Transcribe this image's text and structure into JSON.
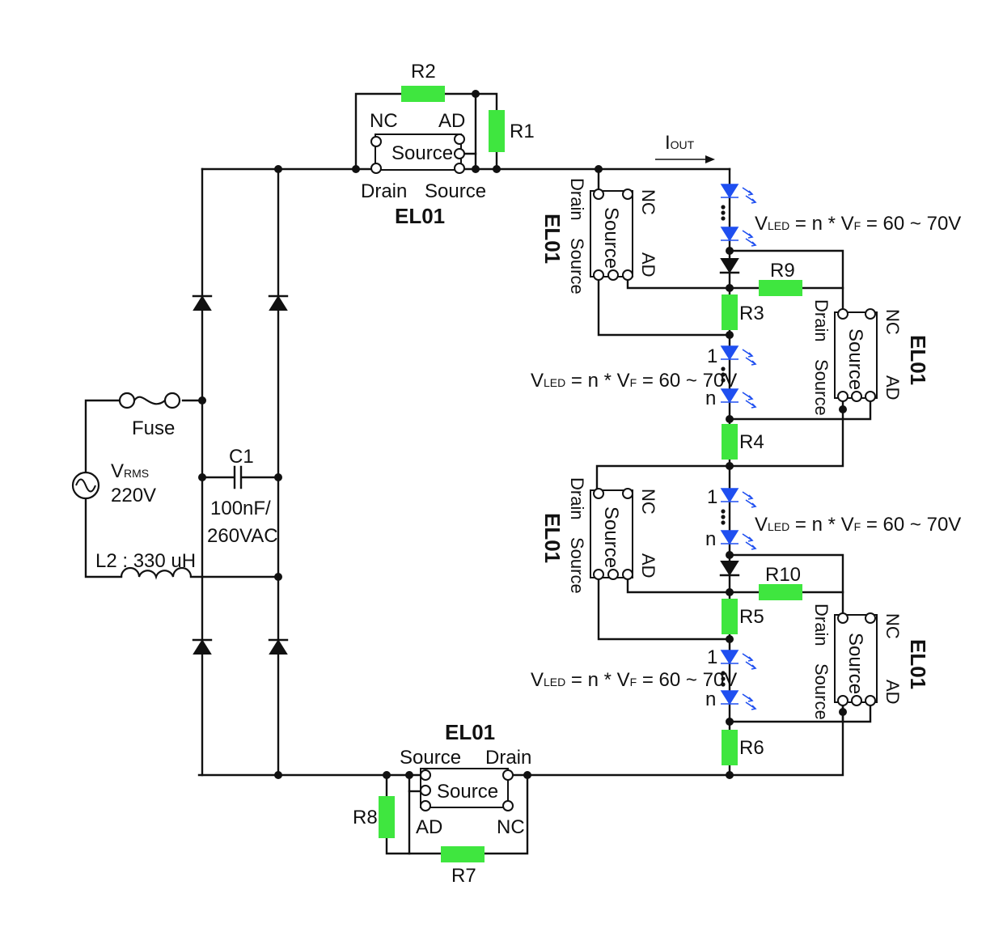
{
  "source": {
    "v_label": "V",
    "v_sub": "RMS",
    "v_value": "220V",
    "fuse_label": "Fuse",
    "inductor_label": "L2 : 330 uH"
  },
  "capacitor": {
    "name": "C1",
    "value_line1": "100nF/",
    "value_line2": "260VAC"
  },
  "current": {
    "label": "I",
    "sub": "OUT"
  },
  "chip": {
    "name": "EL01",
    "pins": {
      "nc": "NC",
      "ad": "AD",
      "source": "Source",
      "drain": "Drain"
    },
    "center_label": "Source"
  },
  "resistors": [
    "R1",
    "R2",
    "R3",
    "R4",
    "R5",
    "R6",
    "R7",
    "R8",
    "R9",
    "R10"
  ],
  "led_string": {
    "v_prefix": "V",
    "v_sub": "LED",
    "formula_mid": " = n * V",
    "f_sub": "F",
    "formula_end": " = 60 ~ 70V",
    "first": "1",
    "last": "n"
  },
  "colors": {
    "resistor": "#3fe63f",
    "led": "#1f4ff0",
    "wire": "#111111"
  }
}
